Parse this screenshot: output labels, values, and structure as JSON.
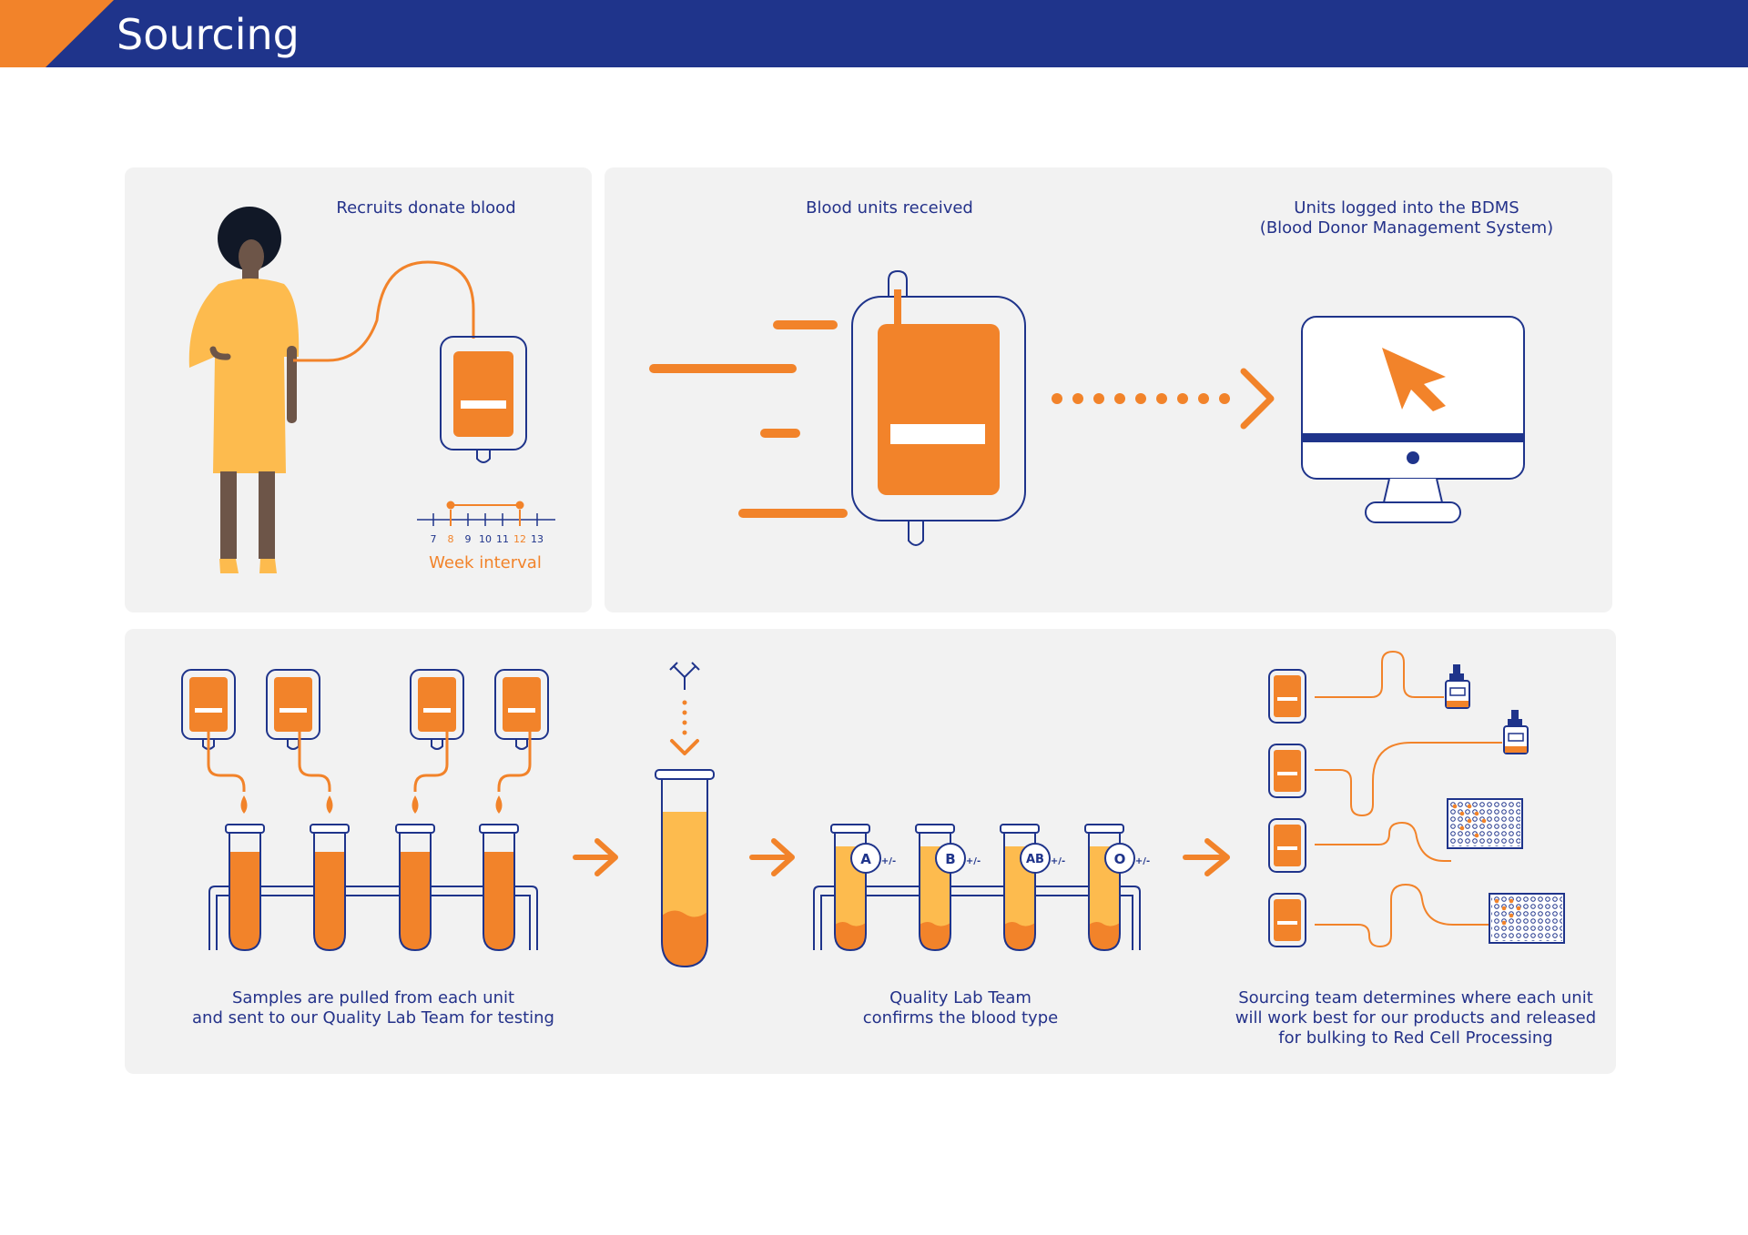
{
  "header": {
    "title": "Sourcing"
  },
  "colors": {
    "navy": "#1f348b",
    "orange": "#f2832a",
    "yellow": "#fdbb4e",
    "panel": "#f2f2f2"
  },
  "top_left": {
    "caption": "Recruits donate blood",
    "week_ticks": [
      "7",
      "8",
      "9",
      "10",
      "11",
      "12",
      "13"
    ],
    "highlight_ticks": [
      "8",
      "12"
    ],
    "week_caption": "Week interval"
  },
  "top_right": {
    "received_caption": "Blood units received",
    "logged_caption_line1": "Units logged into the BDMS",
    "logged_caption_line2": "(Blood Donor Management System)"
  },
  "bottom": {
    "samples_caption_line1": "Samples are pulled from each unit",
    "samples_caption_line2": "and sent to our Quality Lab Team for testing",
    "blood_types": [
      {
        "type": "A",
        "rh": "+/-"
      },
      {
        "type": "B",
        "rh": "+/-"
      },
      {
        "type": "AB",
        "rh": "+/-"
      },
      {
        "type": "O",
        "rh": "+/-"
      }
    ],
    "lab_caption_line1": "Quality Lab Team",
    "lab_caption_line2": "confirms the blood type",
    "sourcing_caption_line1": "Sourcing team determines where each unit",
    "sourcing_caption_line2": "will work best for our products and released",
    "sourcing_caption_line3": "for bulking to Red Cell Processing"
  }
}
